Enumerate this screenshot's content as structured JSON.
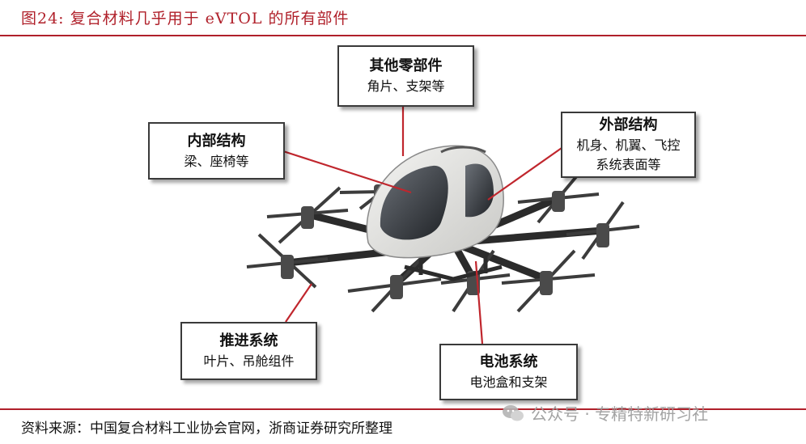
{
  "figure": {
    "title": "图24:   复合材料几乎用于 eVTOL 的所有部件",
    "source": "资料来源：中国复合材料工业协会官网，浙商证券研究所整理",
    "watermark": "公众号 · 专精特新研习社"
  },
  "colors": {
    "accent": "#b0202a",
    "leader_line": "#c0262d",
    "box_border": "#3a3a3a"
  },
  "callouts": {
    "other_parts": {
      "head": "其他零部件",
      "body": [
        "角片、支架等"
      ]
    },
    "internal": {
      "head": "内部结构",
      "body": [
        "梁、座椅等"
      ]
    },
    "external": {
      "head": "外部结构",
      "body": [
        "机身、机翼、飞控",
        "系统表面等"
      ]
    },
    "propulsion": {
      "head": "推进系统",
      "body": [
        "叶片、吊舱组件"
      ]
    },
    "battery": {
      "head": "电池系统",
      "body": [
        "电池盒和支架"
      ]
    }
  }
}
